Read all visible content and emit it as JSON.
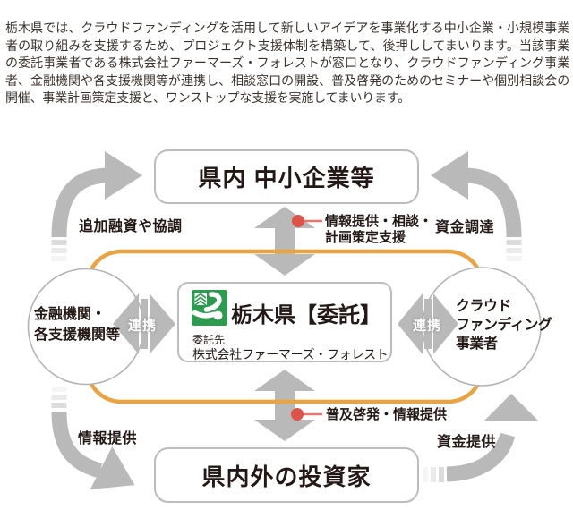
{
  "intro": {
    "text": "栃木県では、クラウドファンディングを活用して新しいアイデアを事業化する中小企業・小規模事業者の取り組みを支援するため、プロジェクト支援体制を構築して、後押ししてまいります。当該事業の委託事業者である株式会社ファーマーズ・フォレストが窓口となり、クラウドファンディング事業者、金融機関や各支援機関等が連携し、相談窓口の開設、普及啓発のためのセミナーや個別相談会の開催、事業計画策定支援と、ワンストップな支援を実施してまいります。"
  },
  "diagram": {
    "top_box": {
      "label": "県内 中小企業等"
    },
    "bottom_box": {
      "label": "県内外の投資家"
    },
    "center_box": {
      "title": "栃木県【委託】",
      "consignee_label": "委託先",
      "consignee_name": "株式会社ファーマーズ・フォレスト",
      "logo": "tochigi-prefecture-emblem"
    },
    "left_circle": {
      "lines": [
        "金融機関・",
        "各支援機関等"
      ]
    },
    "right_circle": {
      "lines": [
        "クラウド",
        "ファンディング",
        "事業者"
      ]
    },
    "labels": {
      "top_left": "追加融資や協調",
      "top_right": "資金調達",
      "top_center_line1": "情報提供・相談・",
      "top_center_line2": "計画策定支援",
      "bottom_center": "普及啓発・情報提供",
      "bottom_left": "情報提供",
      "bottom_right": "資金提供",
      "link_left": "連携",
      "link_right": "連携"
    }
  },
  "colors": {
    "arrow_gray": "#b9b9b9",
    "frame_orange": "#eca33f",
    "highlight_red": "#dd5347",
    "logo_green": "#2d9b4f",
    "text_dark": "#231815"
  }
}
